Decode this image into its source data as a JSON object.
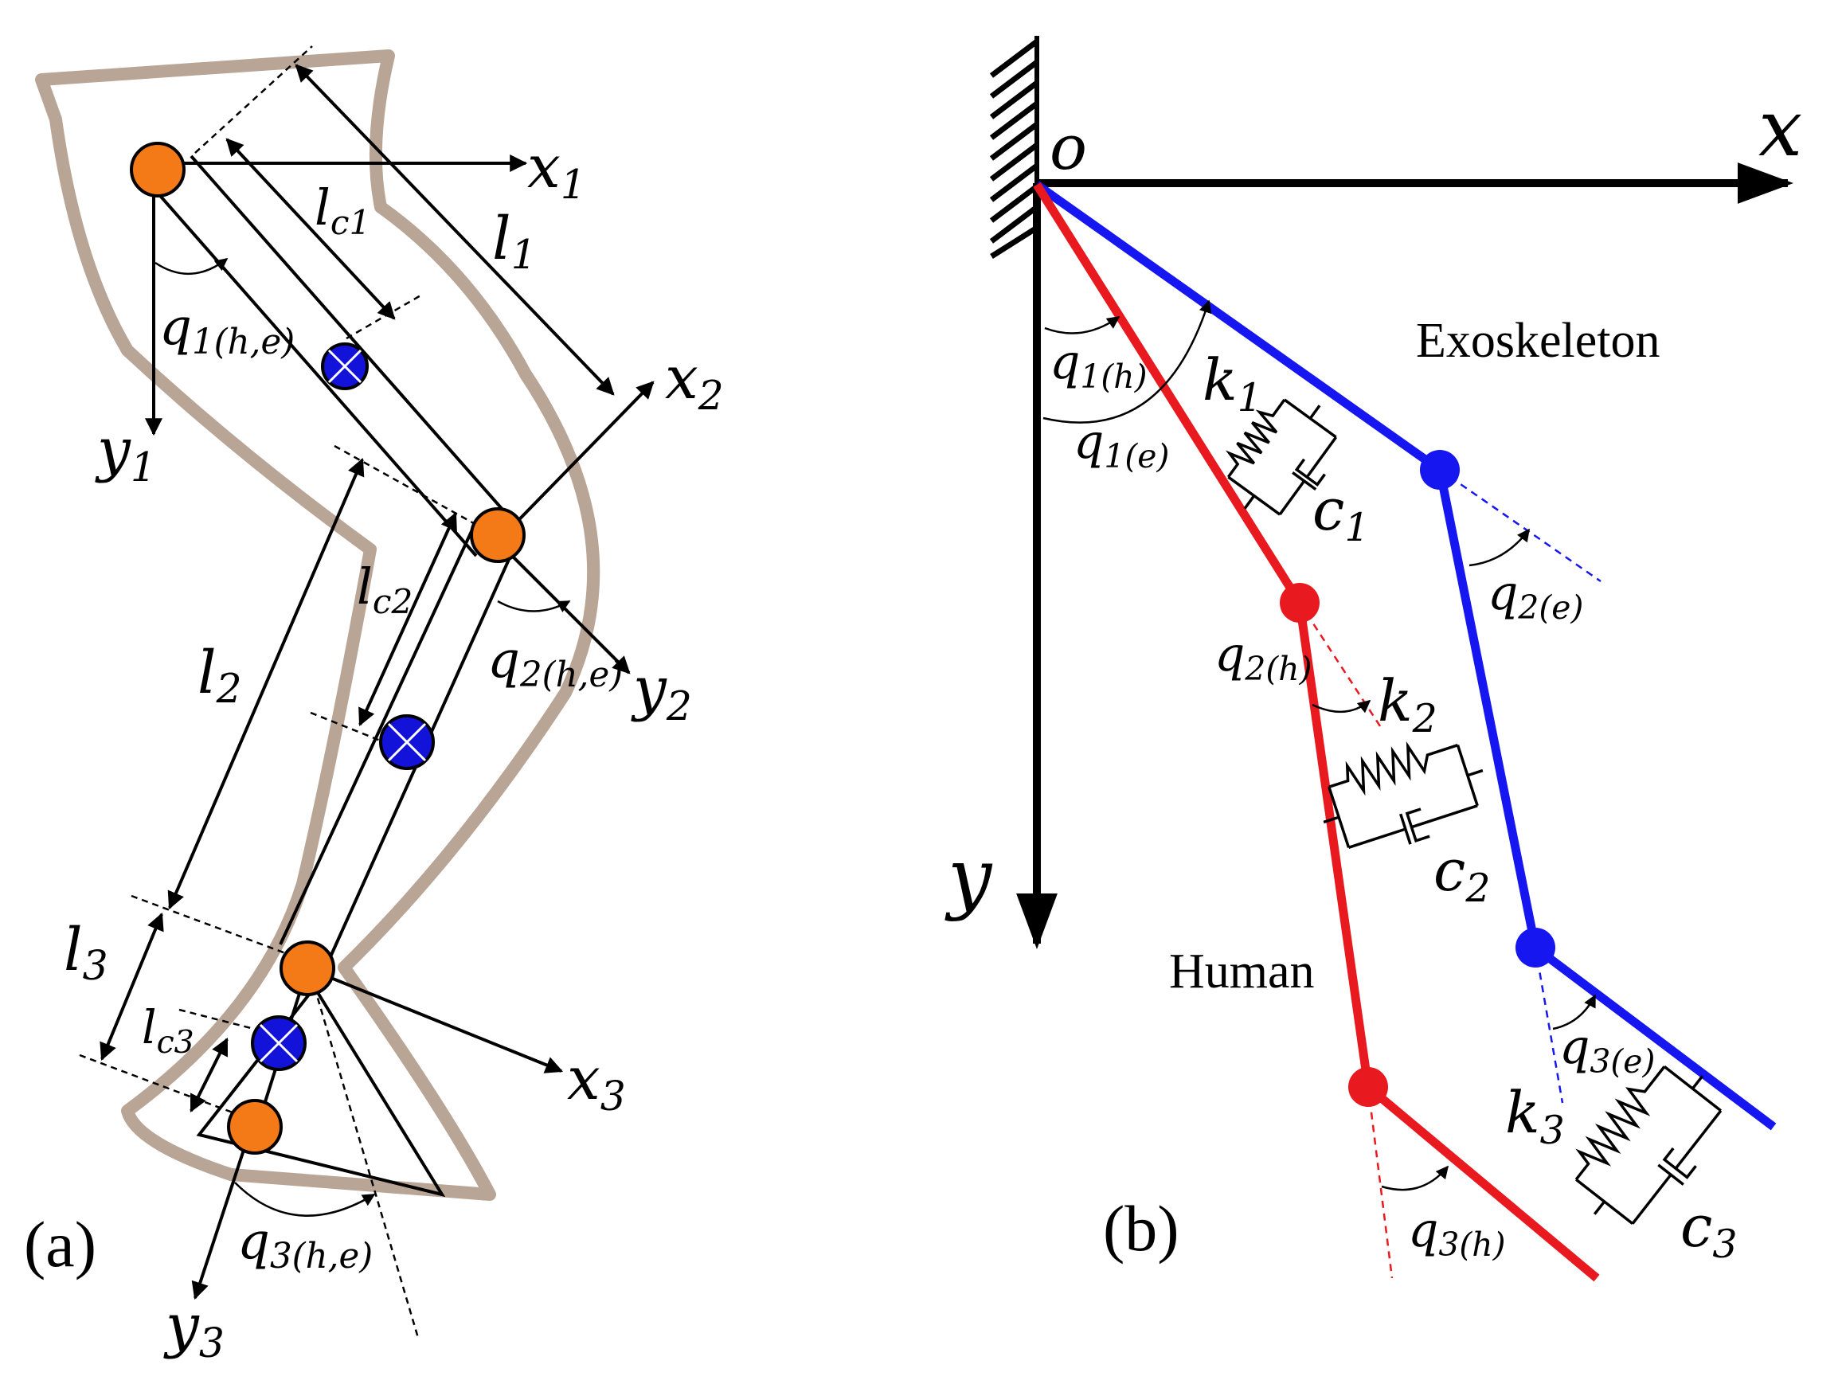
{
  "panel_a": {
    "caption": "(a)",
    "x1": {
      "base": "x",
      "sub": "1"
    },
    "y1": {
      "base": "y",
      "sub": "1"
    },
    "x2": {
      "base": "x",
      "sub": "2"
    },
    "y2": {
      "base": "y",
      "sub": "2"
    },
    "x3": {
      "base": "x",
      "sub": "3"
    },
    "y3": {
      "base": "y",
      "sub": "3"
    },
    "l1": {
      "base": "l",
      "sub": "1"
    },
    "l2": {
      "base": "l",
      "sub": "2"
    },
    "l3": {
      "base": "l",
      "sub": "3"
    },
    "lc1": {
      "base": "l",
      "sub": "c1"
    },
    "lc2": {
      "base": "l",
      "sub": "c2"
    },
    "lc3": {
      "base": "l",
      "sub": "c3"
    },
    "q1": {
      "base": "q",
      "sub": "1(h,e)"
    },
    "q2": {
      "base": "q",
      "sub": "2(h,e)"
    },
    "q3": {
      "base": "q",
      "sub": "3(h,e)"
    }
  },
  "panel_b": {
    "caption": "(b)",
    "origin": "o",
    "x_axis": "x",
    "y_axis": "y",
    "exo_label": "Exoskeleton",
    "human_label": "Human",
    "q1h": {
      "base": "q",
      "sub": "1(h)"
    },
    "q1e": {
      "base": "q",
      "sub": "1(e)"
    },
    "q2h": {
      "base": "q",
      "sub": "2(h)"
    },
    "q2e": {
      "base": "q",
      "sub": "2(e)"
    },
    "q3h": {
      "base": "q",
      "sub": "3(h)"
    },
    "q3e": {
      "base": "q",
      "sub": "3(e)"
    },
    "k1": {
      "base": "k",
      "sub": "1"
    },
    "k2": {
      "base": "k",
      "sub": "2"
    },
    "k3": {
      "base": "k",
      "sub": "3"
    },
    "c1": {
      "base": "c",
      "sub": "1"
    },
    "c2": {
      "base": "c",
      "sub": "2"
    },
    "c3": {
      "base": "c",
      "sub": "3"
    }
  },
  "colors": {
    "human": "#e8191f",
    "exoskeleton": "#1616f0",
    "joint": "#f37a16",
    "com": "#1212d8",
    "leg_outline": "#b9a596"
  }
}
